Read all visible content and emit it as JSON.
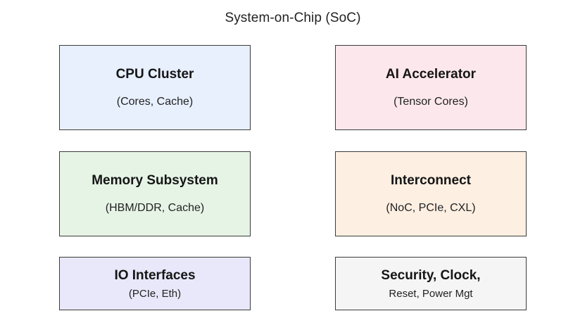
{
  "title": "System-on-Chip (SoC)",
  "blocks": {
    "cpu": {
      "name": "CPU Cluster",
      "detail": "(Cores, Cache)",
      "fill": "#e8f0fe"
    },
    "ai": {
      "name": "AI Accelerator",
      "detail": "(Tensor Cores)",
      "fill": "#fce8ec"
    },
    "memory": {
      "name": "Memory Subsystem",
      "detail": "(HBM/DDR, Cache)",
      "fill": "#e6f4e6"
    },
    "interconnect": {
      "name": "Interconnect",
      "detail": "(NoC, PCIe, CXL)",
      "fill": "#fdefe2"
    },
    "io": {
      "name": "IO Interfaces",
      "detail": "(PCIe, Eth)",
      "fill": "#e8e8fa"
    },
    "security": {
      "name": "Security, Clock,",
      "detail": "Reset, Power Mgt",
      "fill": "#f5f5f5"
    }
  }
}
